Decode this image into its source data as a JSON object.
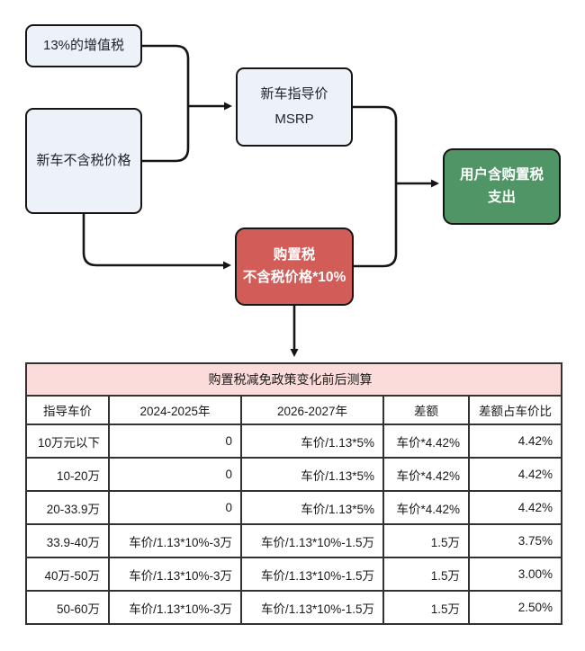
{
  "flowchart": {
    "boxes": [
      {
        "id": "vat",
        "lines": [
          "13%的增值税"
        ]
      },
      {
        "id": "pretax",
        "lines": [
          "新车不含税价格"
        ]
      },
      {
        "id": "msrp",
        "lines": [
          "新车指导价",
          "MSRP"
        ]
      },
      {
        "id": "tax",
        "lines": [
          "购置税",
          "不含税价格*10%"
        ]
      },
      {
        "id": "user",
        "lines": [
          "用户含购置税",
          "支出"
        ]
      }
    ],
    "colors": {
      "input_fill": "#edf2f9",
      "tax_fill": "#d25c58",
      "output_fill": "#4f9566",
      "stroke": "#151515"
    }
  },
  "table": {
    "title": "购置税减免政策变化前后测算",
    "title_bg": "#fbdcda",
    "headers": [
      "指导车价",
      "2024-2025年",
      "2026-2027年",
      "差额",
      "差额占车价比"
    ],
    "rows": [
      [
        "10万元以下",
        "0",
        "车价/1.13*5%",
        "车价*4.42%",
        "4.42%"
      ],
      [
        "10-20万",
        "0",
        "车价/1.13*5%",
        "车价*4.42%",
        "4.42%"
      ],
      [
        "20-33.9万",
        "0",
        "车价/1.13*5%",
        "车价*4.42%",
        "4.42%"
      ],
      [
        "33.9-40万",
        "车价/1.13*10%-3万",
        "车价/1.13*10%-1.5万",
        "1.5万",
        "3.75%"
      ],
      [
        "40万-50万",
        "车价/1.13*10%-3万",
        "车价/1.13*10%-1.5万",
        "1.5万",
        "3.00%"
      ],
      [
        "50-60万",
        "车价/1.13*10%-3万",
        "车价/1.13*10%-1.5万",
        "1.5万",
        "2.50%"
      ]
    ]
  }
}
